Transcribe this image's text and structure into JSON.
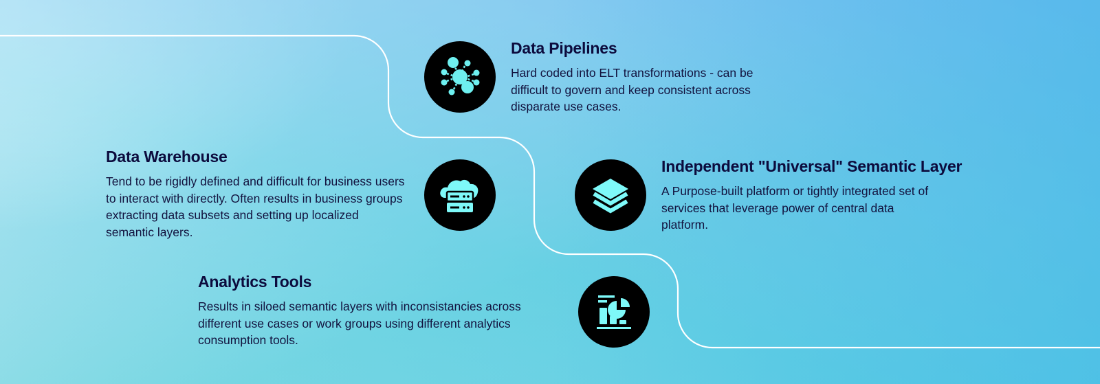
{
  "colors": {
    "icon_fill": "#7ef9f9",
    "icon_bg": "#000000",
    "text_dark": "#0c0b3d",
    "path_line": "#ffffff"
  },
  "items": [
    {
      "id": "data-pipelines",
      "title": "Data Pipelines",
      "description": "Hard coded into ELT transformations - can be difficult to govern and keep consistent across disparate use cases.",
      "icon": "network-nodes-icon"
    },
    {
      "id": "data-warehouse",
      "title": "Data Warehouse",
      "description": "Tend to be rigidly defined and difficult for business users to interact with directly. Often results in business groups extracting data subsets and setting up localized semantic layers.",
      "icon": "cloud-server-icon"
    },
    {
      "id": "universal-semantic-layer",
      "title": "Independent \"Universal\" Semantic Layer",
      "description": "A Purpose-built platform or tightly integrated set of services that leverage power of central data platform.",
      "icon": "layers-stack-icon"
    },
    {
      "id": "analytics-tools",
      "title": "Analytics Tools",
      "description": "Results in siloed semantic layers with inconsistancies across different use cases or work groups using different analytics consumption tools.",
      "icon": "analytics-chart-icon"
    }
  ]
}
